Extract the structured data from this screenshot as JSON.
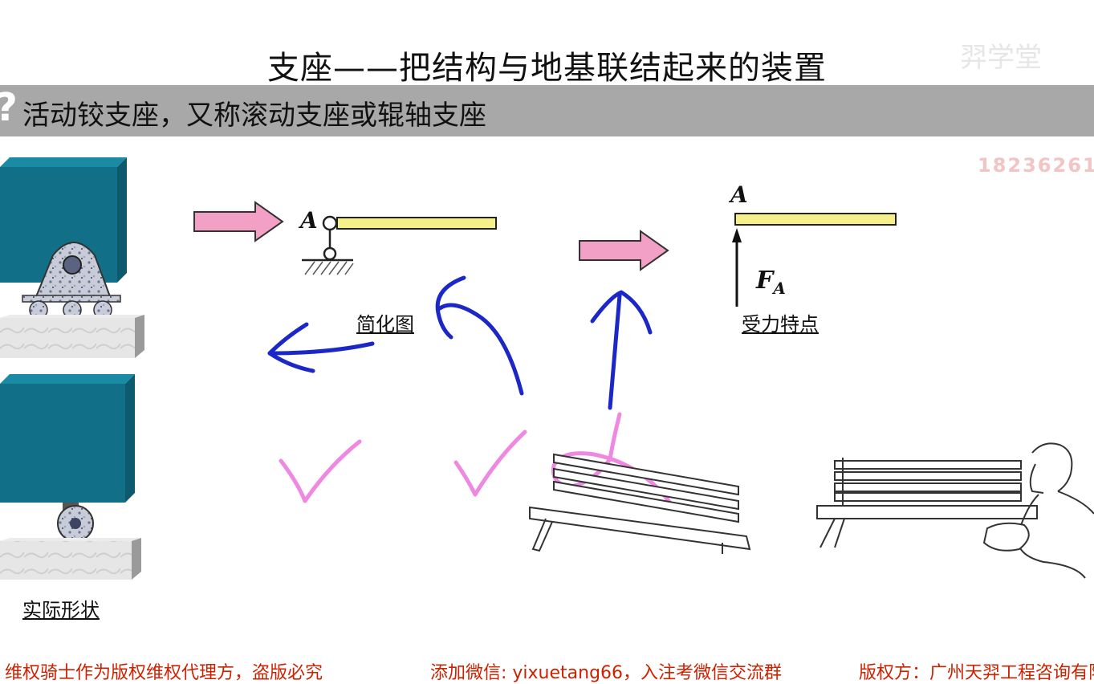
{
  "slide": {
    "title": "支座——把结构与地基联结起来的装置",
    "subtitle": "活动铰支座，又称滚动支座或辊轴支座",
    "watermark_logo": "羿学堂",
    "watermark_phone": "18236261",
    "labels": {
      "simplified": "简化图",
      "force": "受力特点",
      "actual": "实际形状",
      "point_a_1": "A",
      "point_a_2": "A",
      "force_f": "F",
      "force_sub": "A"
    },
    "footer": {
      "left": "维权骑士作为版权维权代理方，盗版必究",
      "middle": "添加微信: yixuetang66，入注考微信交流群",
      "right": "版权方：广州天羿工程咨询有限"
    },
    "colors": {
      "subtitle_bar": "#a8a8a8",
      "arrow_pink": "#f2a0c6",
      "beam_yellow": "#f5f08a",
      "ink_blue": "#1c27c8",
      "ink_pink": "#ee88e0",
      "support_teal": "#116f87"
    }
  }
}
